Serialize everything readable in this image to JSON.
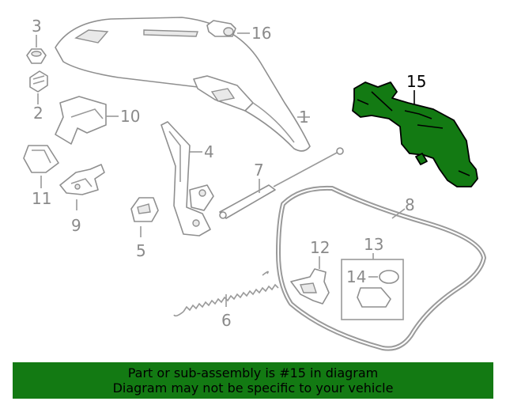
{
  "callouts": {
    "c1": "1",
    "c2": "2",
    "c3": "3",
    "c4": "4",
    "c5": "5",
    "c6": "6",
    "c7": "7",
    "c8": "8",
    "c9": "9",
    "c10": "10",
    "c11": "11",
    "c12": "12",
    "c13": "13",
    "c14": "14",
    "c15": "15",
    "c16": "16"
  },
  "highlight": {
    "part": "15",
    "color": "#137a13"
  },
  "banner": {
    "line1": "Part or sub-assembly is #15 in diagram",
    "line2": "Diagram may not be specific to your vehicle"
  }
}
